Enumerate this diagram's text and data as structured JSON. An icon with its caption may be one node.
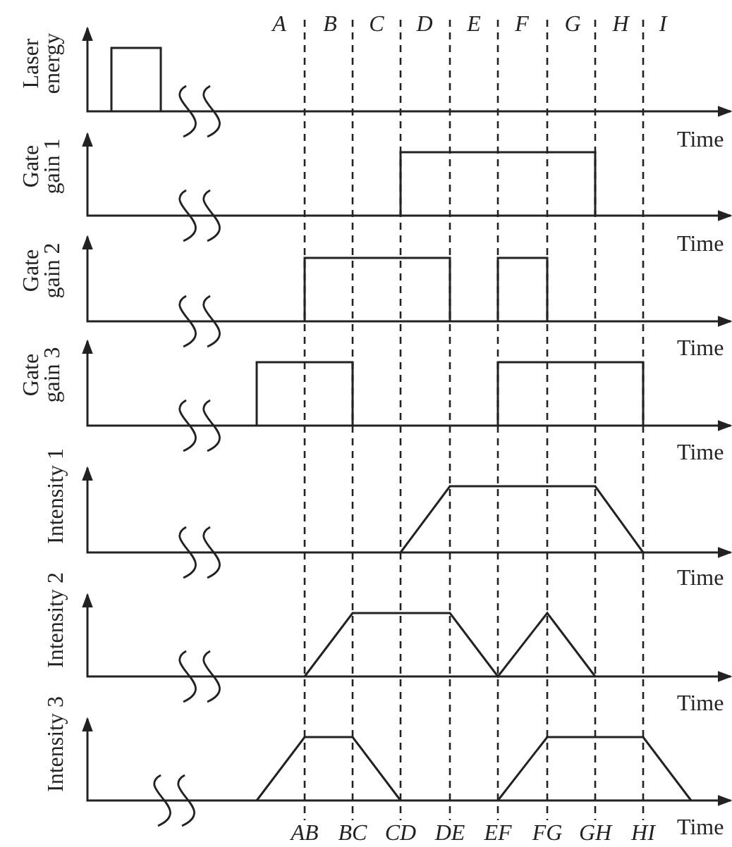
{
  "diagram": {
    "labels": [
      "A",
      "B",
      "C",
      "D",
      "E",
      "F",
      "G",
      "H",
      "I",
      "Laser energy",
      "Time",
      "Gate gain 1",
      "Time",
      "Gate gain 2",
      "Time",
      "Gate gain 3",
      "Time",
      "Intensity 1",
      "Time",
      "Intensity 2",
      "Time",
      "Intensity 3",
      "AB",
      "BC",
      "CD",
      "DE",
      "EF",
      "FG",
      "GH",
      "HI",
      "Time"
    ]
  }
}
